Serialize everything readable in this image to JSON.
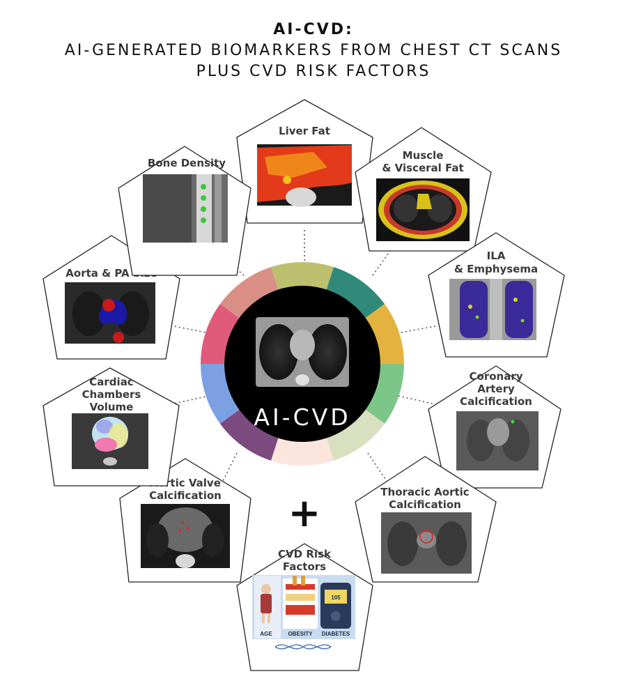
{
  "title": {
    "line1": "AI-CVD:",
    "line2": "AI-GENERATED BIOMARKERS FROM CHEST CT SCANS",
    "line3": "PLUS CVD RISK FACTORS"
  },
  "hub": {
    "label": "AI-CVD"
  },
  "plus_sign": "+",
  "colors": {
    "ring": [
      "#bcbf6e",
      "#2f8a7a",
      "#e4b23e",
      "#7cc689",
      "#d9e0c0",
      "#fce5dd",
      "#7b4a7e",
      "#7d9fe3",
      "#e05a7a",
      "#d98e86"
    ],
    "liver_fat": "#e23a1a",
    "aorta_blue": "#1a1aa6",
    "pa_red": "#cc1a1a",
    "muscle_fat": "#d8c21a",
    "emphysema": "#3a2a9a"
  },
  "panels": {
    "liver_fat": {
      "label": "Liver Fat"
    },
    "muscle_fat": {
      "line1": "Muscle",
      "line2": "& Visceral Fat"
    },
    "ila": {
      "line1": "ILA",
      "line2": "& Emphysema"
    },
    "cac": {
      "line1": "Coronary",
      "line2": "Artery",
      "line3": "Calcification"
    },
    "tac": {
      "line1": "Thoracic Aortic",
      "line2": "Calcification"
    },
    "risk": {
      "line1": "CVD Risk",
      "line2": "Factors",
      "age": "AGE",
      "obesity": "OBESITY",
      "diabetes": "DIABETES",
      "glucose": "105"
    },
    "avc": {
      "line1": "Aortic Valve",
      "line2": "Calcification"
    },
    "chambers": {
      "line1": "Cardiac",
      "line2": "Chambers",
      "line3": "Volume"
    },
    "aorta_pa": {
      "label": "Aorta & PA Size"
    },
    "bone": {
      "label": "Bone Density"
    }
  }
}
